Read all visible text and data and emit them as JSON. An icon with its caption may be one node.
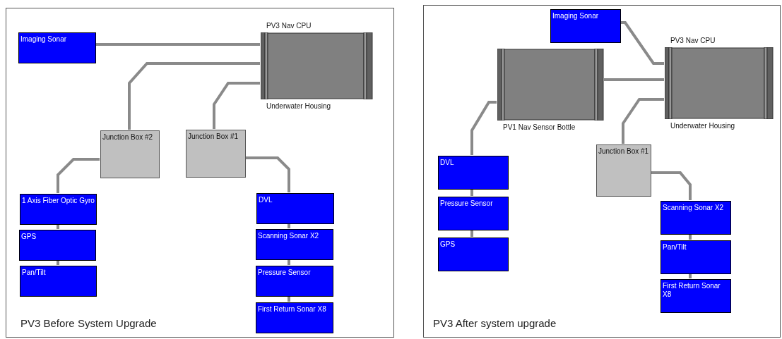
{
  "diagram": {
    "nodes": [
      {
        "text": [
          "PV3 Before System Upgrade"
        ]
      },
      {
        "text": [
          "Imaging Sonar"
        ],
        "in": 0
      },
      {
        "text": [
          "PV3 Nav CPU"
        ],
        "beside": [
          "Underwater Housing"
        ],
        "in": 0
      },
      {
        "text": [
          "Junction Box #2"
        ],
        "in": 0
      },
      {
        "text": [
          "Junction Box #1"
        ],
        "in": 0
      },
      {
        "text": [
          "1 Axis Fiber Optic Gyro"
        ],
        "in": 0
      },
      {
        "text": [
          "GPS"
        ],
        "in": 0
      },
      {
        "text": [
          "Pan/Tilt"
        ],
        "in": 0
      },
      {
        "text": [
          "DVL"
        ],
        "in": 0
      },
      {
        "text": [
          "Scanning Sonar X2"
        ],
        "in": 0
      },
      {
        "text": [
          "Pressure Sensor"
        ],
        "in": 0
      },
      {
        "text": [
          "First Return Sonar X8"
        ],
        "in": 0
      },
      {
        "text": [
          "PV3 After system upgrade"
        ]
      },
      {
        "text": [
          "Imaging Sonar"
        ],
        "in": 12
      },
      {
        "text": [
          "PV1 Nav Sensor Bottle"
        ],
        "in": 12
      },
      {
        "text": [
          "PV3 Nav CPU"
        ],
        "beside": [
          "Underwater Housing"
        ],
        "in": 12
      },
      {
        "text": [
          "Junction Box #1"
        ],
        "in": 12
      },
      {
        "text": [
          "DVL"
        ],
        "in": 12
      },
      {
        "text": [
          "Pressure Sensor"
        ],
        "in": 12
      },
      {
        "text": [
          "GPS"
        ],
        "in": 12
      },
      {
        "text": [
          "Scanning Sonar X2"
        ],
        "in": 12
      },
      {
        "text": [
          "Pan/Tilt"
        ],
        "in": 12
      },
      {
        "text": [
          "First Return Sonar X8"
        ],
        "in": 12
      }
    ],
    "edges": [
      {
        "from": 1,
        "to": 2,
        "arrow": "none"
      },
      {
        "from": 3,
        "to": 2,
        "arrow": "none"
      },
      {
        "from": 4,
        "to": 2,
        "arrow": "none"
      },
      {
        "from": 5,
        "to": 3,
        "arrow": "none"
      },
      {
        "from": 5,
        "to": 6,
        "arrow": "none"
      },
      {
        "from": 6,
        "to": 7,
        "arrow": "none"
      },
      {
        "from": 8,
        "to": 4,
        "arrow": "none"
      },
      {
        "from": 8,
        "to": 9,
        "arrow": "none"
      },
      {
        "from": 9,
        "to": 10,
        "arrow": "none"
      },
      {
        "from": 10,
        "to": 11,
        "arrow": "none"
      },
      {
        "from": 13,
        "to": 15,
        "arrow": "none"
      },
      {
        "from": 14,
        "to": 15,
        "arrow": "none"
      },
      {
        "from": 16,
        "to": 15,
        "arrow": "none"
      },
      {
        "from": 17,
        "to": 14,
        "arrow": "none"
      },
      {
        "from": 17,
        "to": 18,
        "arrow": "none"
      },
      {
        "from": 18,
        "to": 19,
        "arrow": "none"
      },
      {
        "from": 20,
        "to": 16,
        "arrow": "none"
      },
      {
        "from": 20,
        "to": 21,
        "arrow": "none"
      },
      {
        "from": 21,
        "to": 22,
        "arrow": "none"
      }
    ]
  }
}
